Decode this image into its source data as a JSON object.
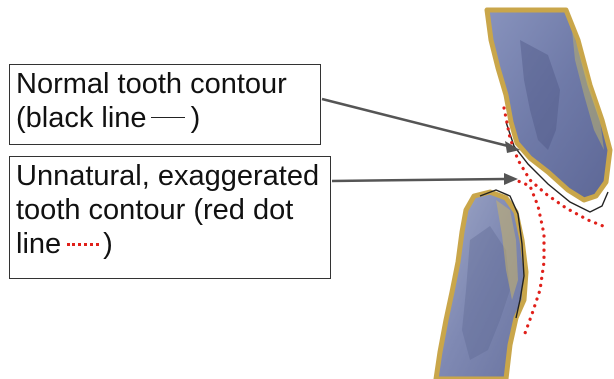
{
  "labels": {
    "normal": {
      "line1": "Normal tooth contour",
      "line2_prefix": "(black line",
      "line2_suffix": ")",
      "legend_color": "#222222",
      "legend_style": "solid"
    },
    "unnatural": {
      "line1": "Unnatural, exaggerated",
      "line2": "tooth contour (red dot",
      "line3_prefix": "line",
      "line3_suffix": ")",
      "legend_color": "#e0201a",
      "legend_style": "dotted"
    }
  },
  "colors": {
    "normal_contour": "#222222",
    "unnatural_contour": "#e0201a",
    "pointer": "#555555",
    "tooth_fill": "#7a86b2",
    "tooth_rim": "#c9a64a"
  }
}
